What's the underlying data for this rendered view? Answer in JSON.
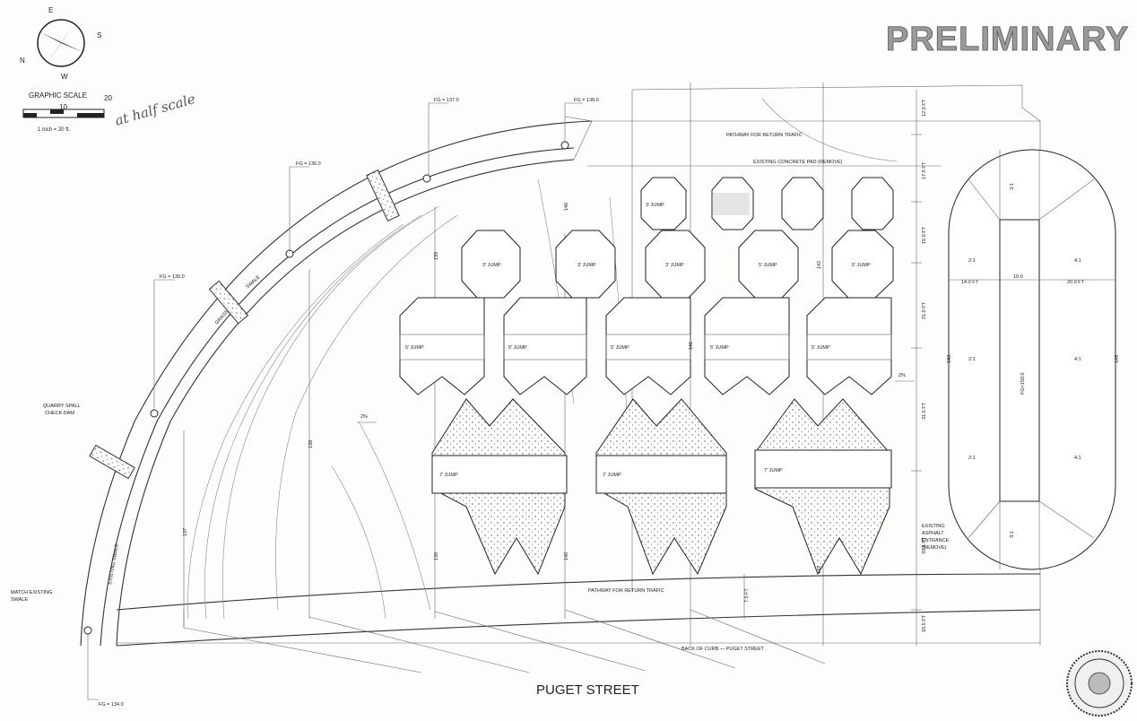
{
  "title": "PRELIMINARY",
  "street": "PUGET STREET",
  "scale": {
    "label": "GRAPHIC SCALE",
    "ratio": "1 inch = 20 ft.",
    "ticks": [
      "10",
      "20"
    ],
    "handwritten": "at half scale"
  },
  "compass": {
    "n": "N",
    "e": "E",
    "s": "S",
    "w": "W"
  },
  "grades": {
    "fg137": "FG = 137.0",
    "fg138": "FG = 138.0",
    "fg136": "FG = 136.0",
    "fg135": "FG = 135.0",
    "fg134": "FG = 134.0",
    "fg150": "FG=150.0"
  },
  "callouts": {
    "quarry": "QUARRY SPALL",
    "checkdam": "CHECK DAM",
    "match1": "MATCH EXISTING",
    "match2": "SWALE",
    "grass": "GRASS",
    "swale": "SWALE",
    "existing_swale": "EXISTING SWALE",
    "pathway_top": "PATHWAY FOR RETURN TRAFIC",
    "pathway_bottom": "PATHWAY FOR RETURN TRAFIC",
    "existing_concrete": "EXISTING CONCRETE PAD (REMOVE)",
    "asphalt1": "EXISTING",
    "asphalt2": "ASPHALT",
    "asphalt3": "ENTRANCE",
    "asphalt4": "(REMOVE)",
    "back_of_curb": "BACK OF CURB — PUGET STREET"
  },
  "jumps": {
    "j3_1": "3' JUMP",
    "j3_2": "3' JUMP",
    "j3_3": "3' JUMP",
    "j3_4": "3' JUMP",
    "j5_1": "5' JUMP",
    "j5_2": "5' JUMP",
    "j5_3": "5' JUMP",
    "j5_4": "5' JUMP",
    "j5_5": "5' JUMP",
    "j5b_1": "5' JUMP",
    "j5b_2": "5' JUMP",
    "j7_1": "7' JUMP",
    "j7_2": "7' JUMP",
    "j7_3": "7' JUMP"
  },
  "dims": {
    "d1": "12.0 FT",
    "d2": "17.5 FT",
    "d3": "15.0 FT",
    "d4": "21.0 FT",
    "d5": "31.5 FT",
    "d6": "33.5 FT",
    "d7": "7.5 FT",
    "d8": "10.5 FT",
    "w14": "14.0 FT",
    "w10": "10.0",
    "w20": "20.0 FT"
  },
  "slopes": {
    "s21a": "2:1",
    "s21b": "2:1",
    "s21c": "2:1",
    "s41a": "4:1",
    "s41b": "4:1",
    "s41c": "4:1",
    "s31a": "3:1",
    "s31b": "3:1"
  },
  "contours": {
    "c139a": "139",
    "c140a": "140",
    "c142a": "142",
    "c141": "141",
    "c138": "138",
    "c137": "137",
    "c139b": "139",
    "c140b": "140",
    "c142b": "142",
    "c143": "143",
    "c145": "145"
  },
  "arrows": {
    "a2pct1": "2%",
    "a2pct2": "2%"
  }
}
